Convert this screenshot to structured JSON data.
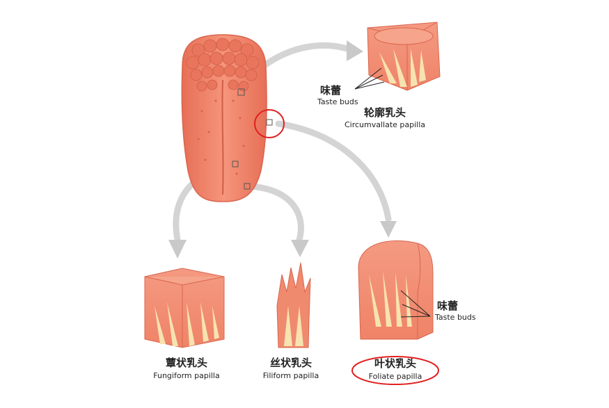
{
  "labels": {
    "circumvallate_zh": "轮廓乳头",
    "circumvallate_en": "Circumvallate papilla",
    "taste_buds_top_zh": "味蕾",
    "taste_buds_top_en": "Taste buds",
    "taste_buds_right_zh": "味蕾",
    "taste_buds_right_en": "Taste buds",
    "fungiform_zh": "蕈状乳头",
    "fungiform_en": "Fungiform papilla",
    "filiform_zh": "丝状乳头",
    "filiform_en": "Filiform papilla",
    "foliate_zh": "叶状乳头",
    "foliate_en": "Foliate papilla"
  },
  "colors": {
    "tongue": "#f0856c",
    "tongue_dark": "#d9654e",
    "tissue_light": "#f7b9a6",
    "fiber": "#f7e3b0",
    "arrow": "#cccccc",
    "highlight": "#e02020"
  },
  "highlight": {
    "circled_region": "foliate",
    "circled_label": "foliate"
  }
}
